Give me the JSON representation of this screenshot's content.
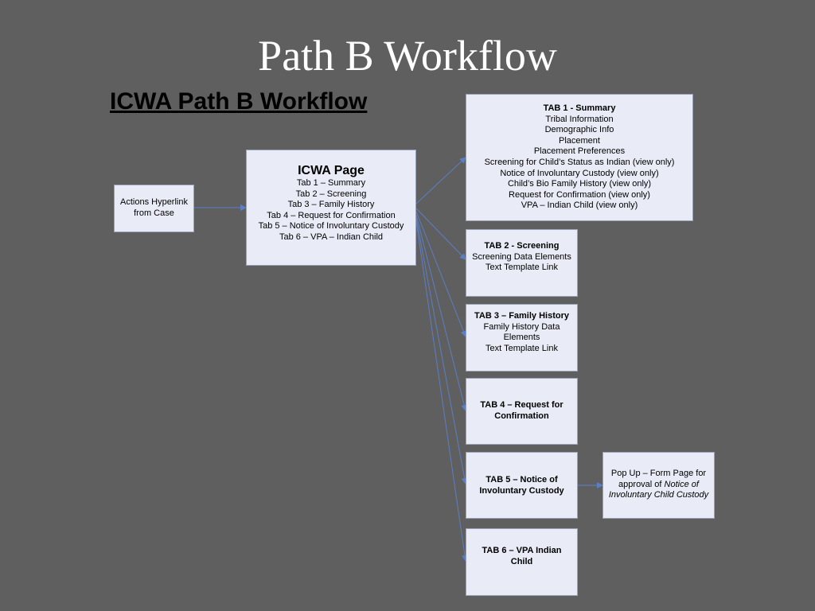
{
  "slide": {
    "title": "Path B Workflow",
    "subtitle": "ICWA Path B Workflow"
  },
  "colors": {
    "background": "#5f5f5f",
    "box_fill": "#e9ecf6",
    "connector": "#5b7fc4"
  },
  "actions_box": {
    "lines": [
      "Actions Hyperlink",
      "from Case"
    ]
  },
  "icwa_page": {
    "heading": "ICWA Page",
    "lines": [
      "Tab 1 – Summary",
      "Tab 2 – Screening",
      "Tab 3 – Family History",
      "Tab 4 – Request for Confirmation",
      "Tab 5 – Notice of Involuntary Custody",
      "Tab 6 – VPA – Indian Child"
    ]
  },
  "tab1": {
    "heading": "TAB 1 - Summary",
    "lines": [
      "Tribal Information",
      "Demographic Info",
      "Placement",
      "Placement Preferences",
      "Screening for Child’s Status as Indian (view only)",
      "Notice of Involuntary Custody (view only)",
      "Child’s Bio Family History (view only)",
      "Request for Confirmation (view only)",
      "VPA – Indian Child (view only)"
    ]
  },
  "tab2": {
    "heading": "TAB 2 - Screening",
    "lines": [
      "Screening Data Elements",
      "Text Template Link"
    ]
  },
  "tab3": {
    "heading": "TAB 3 – Family History",
    "lines": [
      "Family History Data",
      "Elements",
      "Text Template Link"
    ]
  },
  "tab4": {
    "heading_lines": [
      "TAB 4 – Request for",
      "Confirmation"
    ]
  },
  "tab5": {
    "heading_lines": [
      "TAB 5 – Notice of",
      "Involuntary Custody"
    ]
  },
  "tab6": {
    "heading_lines": [
      "TAB 6 – VPA Indian",
      "Child"
    ]
  },
  "popup": {
    "line1": "Pop Up – Form Page for",
    "line2_plain": "approval of ",
    "line2_italic": "Notice of",
    "line3_italic": "Involuntary Child Custody"
  }
}
